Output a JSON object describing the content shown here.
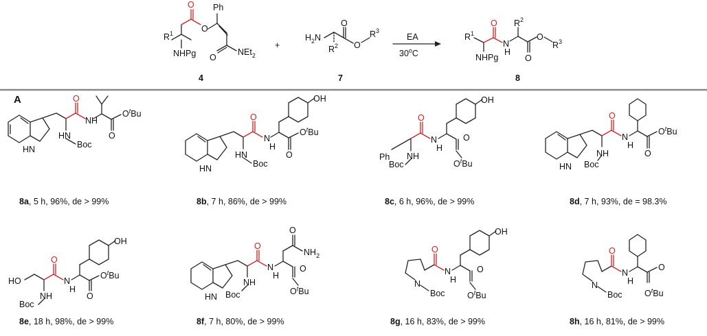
{
  "header": {
    "reactant1": {
      "number": "4",
      "labels": {
        "r": "R",
        "r_sup": "1",
        "nhpg": "NHPg",
        "o_ester": "O",
        "o_carbonyl": "O",
        "ph": "Ph",
        "o_amide": "O",
        "net2": "NEt",
        "net2_sub": "2"
      }
    },
    "plus": "+",
    "reactant2": {
      "number": "7",
      "labels": {
        "h2n": "H",
        "h2n_sub": "2",
        "h2n_n": "N",
        "r2": "R",
        "r2_sup": "2",
        "o_carbonyl": "O",
        "o_ester": "O",
        "r3": "R",
        "r3_sup": "3"
      }
    },
    "conditions": {
      "reagent": "EA",
      "temperature": "30",
      "temp_sup": "o",
      "temp_unit": "C"
    },
    "product": {
      "number": "8",
      "labels": {
        "r1": "R",
        "r1_sup": "1",
        "nhpg": "NHPg",
        "o_amide": "O",
        "nh": "N",
        "h": "H",
        "r2": "R",
        "r2_sup": "2",
        "o_ester": "O",
        "o_carbonyl": "O",
        "r3": "R",
        "r3_sup": "3"
      }
    }
  },
  "panel_label": "A",
  "compounds": [
    {
      "id": "8a",
      "time": "5 h",
      "yield": "96%",
      "de": "de > 99%"
    },
    {
      "id": "8b",
      "time": "7 h",
      "yield": "86%",
      "de": "de > 99%"
    },
    {
      "id": "8c",
      "time": "6 h",
      "yield": "96%",
      "de": "de > 99%"
    },
    {
      "id": "8d",
      "time": "7 h",
      "yield": "93%",
      "de": "de = 98.3%"
    },
    {
      "id": "8e",
      "time": "18 h",
      "yield": "98%",
      "de": "de > 99%"
    },
    {
      "id": "8f",
      "time": "7 h",
      "yield": "80%",
      "de": "de > 99%"
    },
    {
      "id": "8g",
      "time": "16 h",
      "yield": "83%",
      "de": "de > 99%"
    },
    {
      "id": "8h",
      "time": "16 h",
      "yield": "81%",
      "de": "de > 99%"
    }
  ],
  "atom_labels": {
    "hn_indole": "HN",
    "hn": "HN",
    "nh": "NH",
    "n": "N",
    "h": "H",
    "o": "O",
    "boc": "Boc",
    "otbu_o": "O",
    "tbu_t": "t",
    "tbu_bu": "Bu",
    "oh": "OH",
    "ho": "HO",
    "ph": "Ph",
    "nh2_n": "NH",
    "nh2_sub": "2"
  },
  "colors": {
    "amide_bond": "#d42020",
    "bonds": "#222222"
  }
}
